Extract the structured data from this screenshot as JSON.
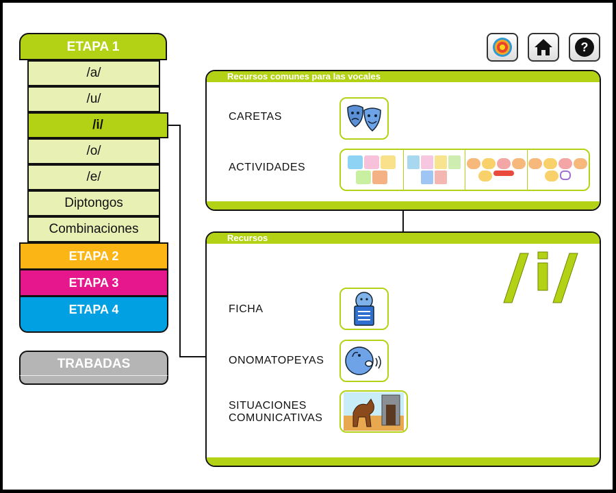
{
  "menu": {
    "etapa1": "ETAPA 1",
    "items": [
      {
        "label": "/a/"
      },
      {
        "label": "/u/"
      },
      {
        "label": "/i/",
        "active": true
      },
      {
        "label": "/o/"
      },
      {
        "label": "/e/"
      },
      {
        "label": "Diptongos"
      },
      {
        "label": "Combinaciones"
      }
    ],
    "etapa2": "ETAPA 2",
    "etapa3": "ETAPA 3",
    "etapa4": "ETAPA 4",
    "trabadas": "TRABADAS"
  },
  "colors": {
    "lime": "#b4d215",
    "etapa2": "#fbb616",
    "etapa3": "#e6178c",
    "etapa4": "#00a0e2",
    "trabadas": "#b5b5b5"
  },
  "toolbar": {
    "target_icon": "target-icon",
    "home_icon": "home-icon",
    "help_icon": "help-icon"
  },
  "common_panel": {
    "title": "Recursos comunes para las vocales",
    "caretas": "CARETAS",
    "actividades": "ACTIVIDADES"
  },
  "resources_panel": {
    "title": "Recursos",
    "letter": "/i/",
    "ficha": "FICHA",
    "onomatopeyas": "ONOMATOPEYAS",
    "situaciones_line1": "SITUACIONES",
    "situaciones_line2": "COMUNICATIVAS"
  }
}
